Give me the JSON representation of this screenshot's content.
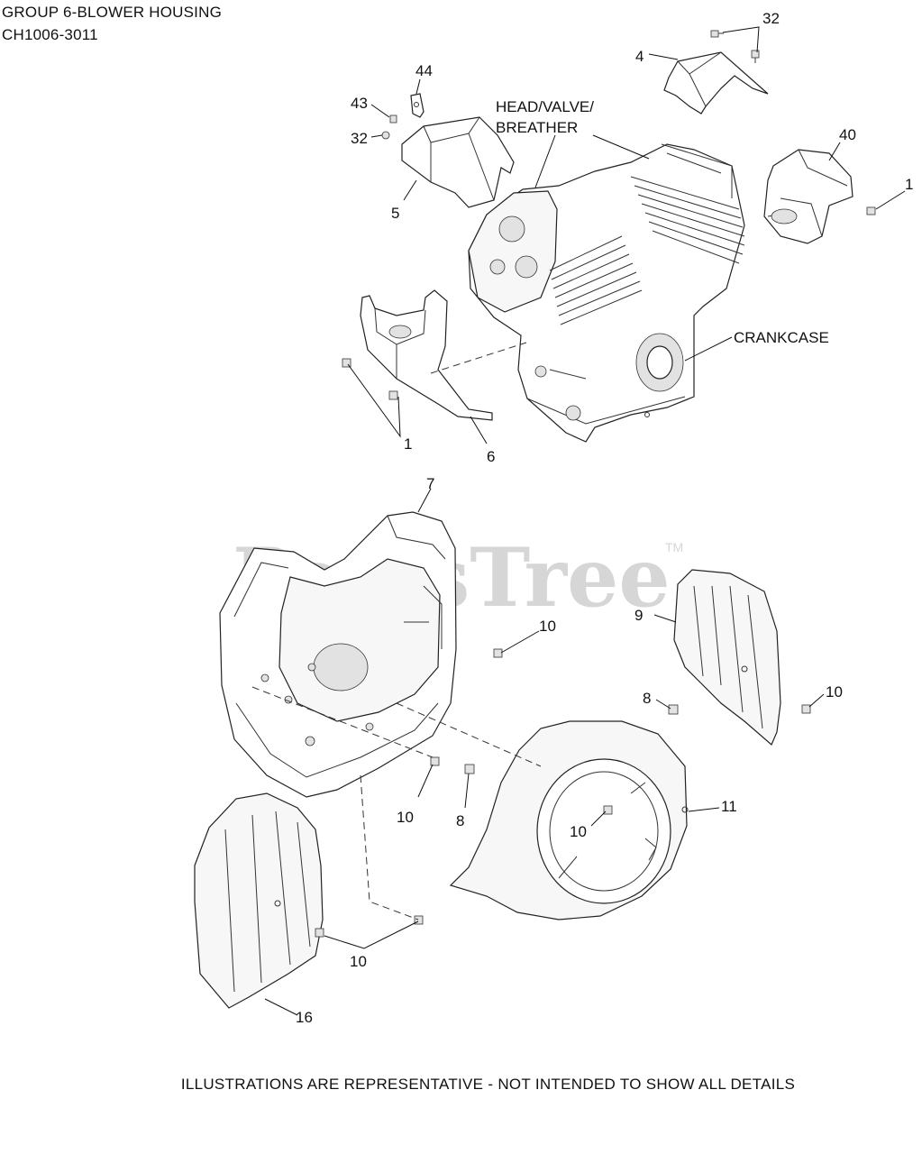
{
  "header": {
    "group_title": "GROUP 6-BLOWER HOUSING",
    "model_code": "CH1006-3011"
  },
  "footer": {
    "disclaimer": "ILLUSTRATIONS ARE REPRESENTATIVE - NOT INTENDED TO SHOW ALL DETAILS"
  },
  "watermark": {
    "text": "PartsTree",
    "tm": "TM"
  },
  "labels": {
    "head_valve_breather_line1": "HEAD/VALVE/",
    "head_valve_breather_line2": "BREATHER",
    "crankcase": "CRANKCASE"
  },
  "callouts": {
    "c32_top": "32",
    "c4": "4",
    "c44": "44",
    "c43": "43",
    "c32_left": "32",
    "c5": "5",
    "c40": "40",
    "c1_right": "1",
    "c1_bottom": "1",
    "c6": "6",
    "c7": "7",
    "c9": "9",
    "c10_a": "10",
    "c8_a": "8",
    "c10_b": "10",
    "c10_c": "10",
    "c8_b": "8",
    "c11": "11",
    "c10_d": "10",
    "c10_e": "10",
    "c16": "16"
  }
}
